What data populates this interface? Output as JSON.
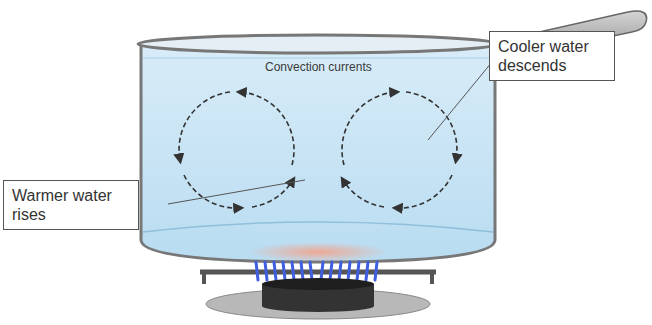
{
  "diagram": {
    "nodes": [
      {
        "text": [
          "Cooler water descends"
        ]
      },
      {
        "text": [
          "Warmer water rises"
        ]
      }
    ],
    "labels": [
      "Convection currents"
    ]
  }
}
